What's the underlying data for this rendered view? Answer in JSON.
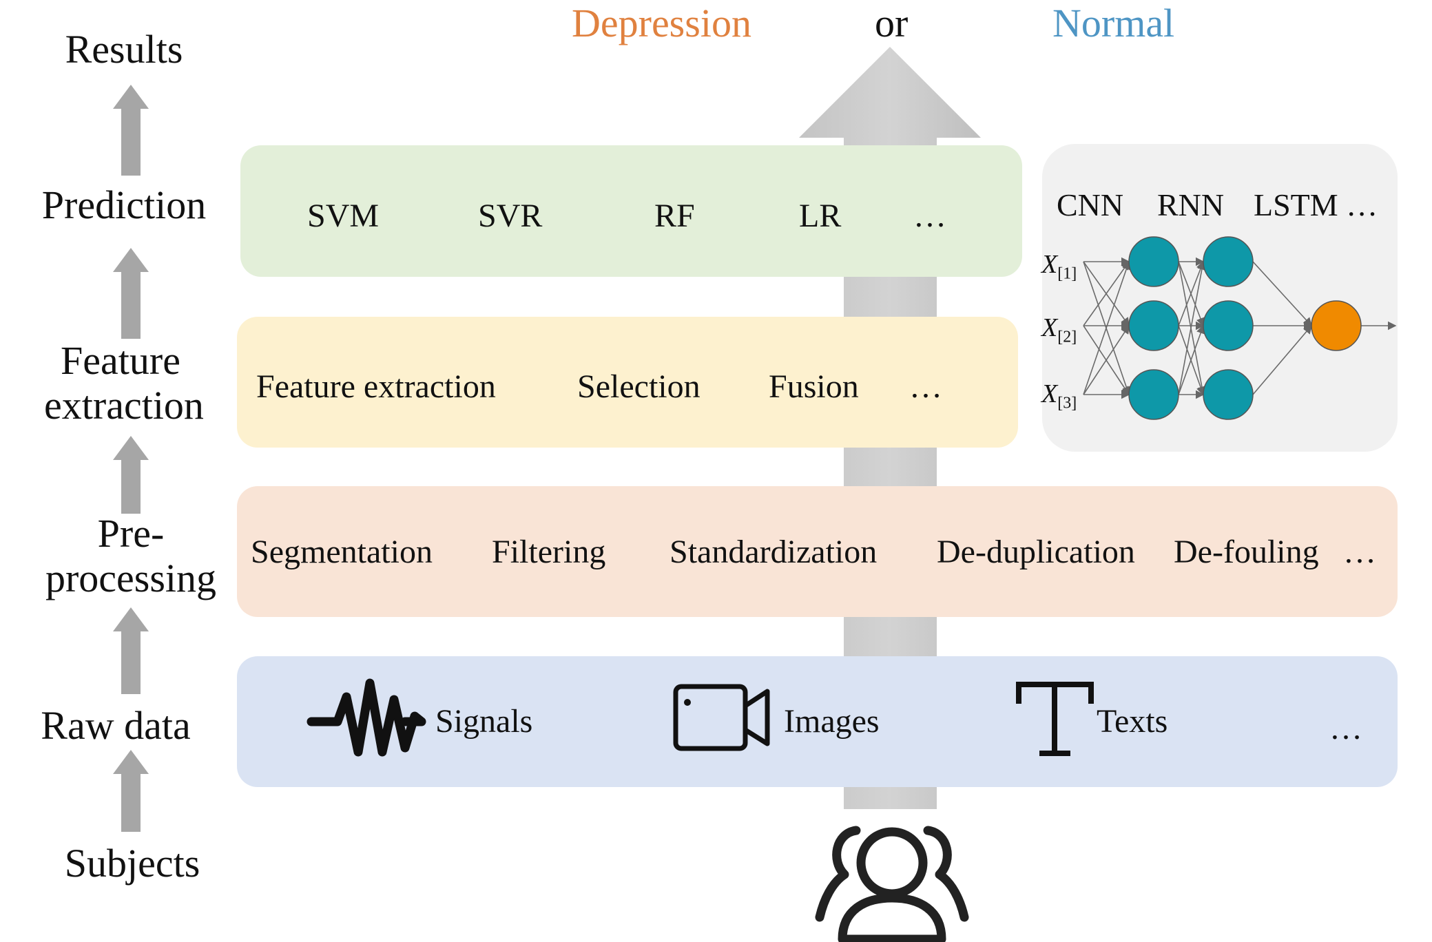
{
  "results": {
    "depression": "Depression",
    "or": "or",
    "normal": "Normal",
    "depression_color": "#e0813f",
    "normal_color": "#4e95c4"
  },
  "stages": {
    "results": "Results",
    "prediction": "Prediction",
    "feature_line1": "Feature",
    "feature_line2": "extraction",
    "pre_line1": "Pre-",
    "pre_line2": "processing",
    "raw": "Raw data",
    "subjects": "Subjects"
  },
  "prediction_band": {
    "color": "#e3efd9",
    "items": [
      "SVM",
      "SVR",
      "RF",
      "LR",
      "…"
    ]
  },
  "feature_band": {
    "color": "#fdf1cf",
    "items": [
      "Feature extraction",
      "Selection",
      "Fusion",
      "…"
    ]
  },
  "preprocessing_band": {
    "color": "#f9e4d6",
    "items": [
      "Segmentation",
      "Filtering",
      "Standardization",
      "De-duplication",
      "De-fouling",
      "…"
    ]
  },
  "raw_band": {
    "color": "#dae3f3",
    "items": [
      {
        "label": "Signals",
        "icon": "waveform-icon"
      },
      {
        "label": "Images",
        "icon": "video-camera-icon"
      },
      {
        "label": "Texts",
        "icon": "text-icon"
      },
      {
        "label": "…"
      }
    ]
  },
  "neural_net": {
    "panel_color": "#f1f1f1",
    "labels": [
      "CNN",
      "RNN",
      "LSTM …"
    ],
    "inputs": [
      {
        "var": "X",
        "sub": "[1]"
      },
      {
        "var": "X",
        "sub": "[2]"
      },
      {
        "var": "X",
        "sub": "[3]"
      }
    ],
    "hidden_color": "#0e98a8",
    "output_color": "#f08a00"
  },
  "subjects_icon": "people-group-icon"
}
